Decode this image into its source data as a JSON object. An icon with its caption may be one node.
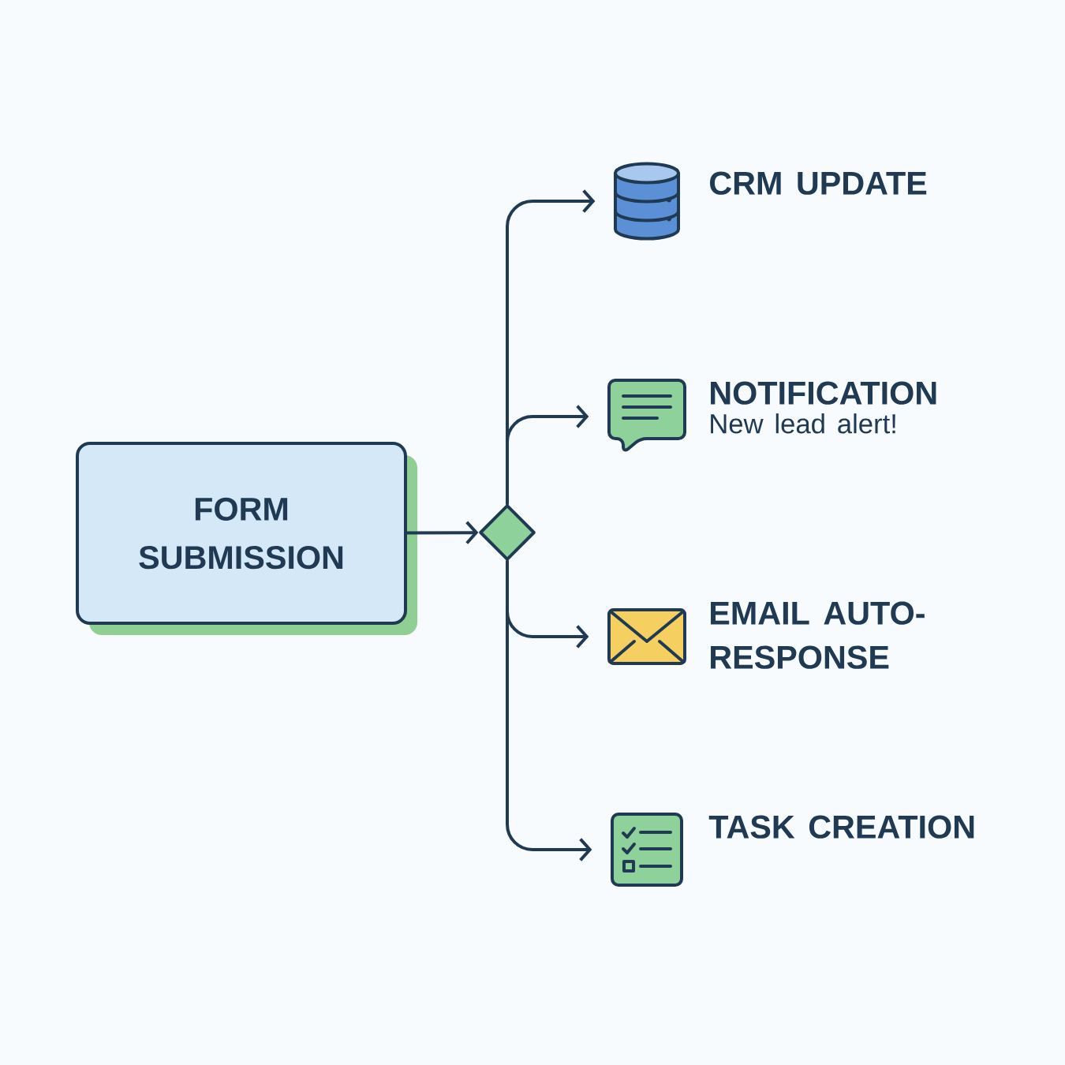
{
  "diagram": {
    "nodes": [
      {
        "text": [
          "FORM SUBMISSION"
        ]
      },
      {
        "text": [],
        "shape": "diamond"
      },
      {
        "text": [],
        "shape": "cylinder",
        "beside": [
          "CRM UPDATE"
        ]
      },
      {
        "text": [],
        "shape": "bubble",
        "beside": [
          "NOTIFICATION",
          "New lead alert!"
        ]
      },
      {
        "text": [],
        "shape": "envelope",
        "beside": [
          "EMAIL AUTO-RESPONSE"
        ]
      },
      {
        "text": [],
        "shape": "checklist",
        "beside": [
          "TASK CREATION"
        ]
      }
    ],
    "edges": [
      {
        "from": 0,
        "to": 1,
        "arrow": "to"
      },
      {
        "from": 1,
        "to": 2,
        "arrow": "to"
      },
      {
        "from": 1,
        "to": 3,
        "arrow": "to"
      },
      {
        "from": 1,
        "to": 4,
        "arrow": "to"
      },
      {
        "from": 1,
        "to": 5,
        "arrow": "to"
      }
    ]
  }
}
